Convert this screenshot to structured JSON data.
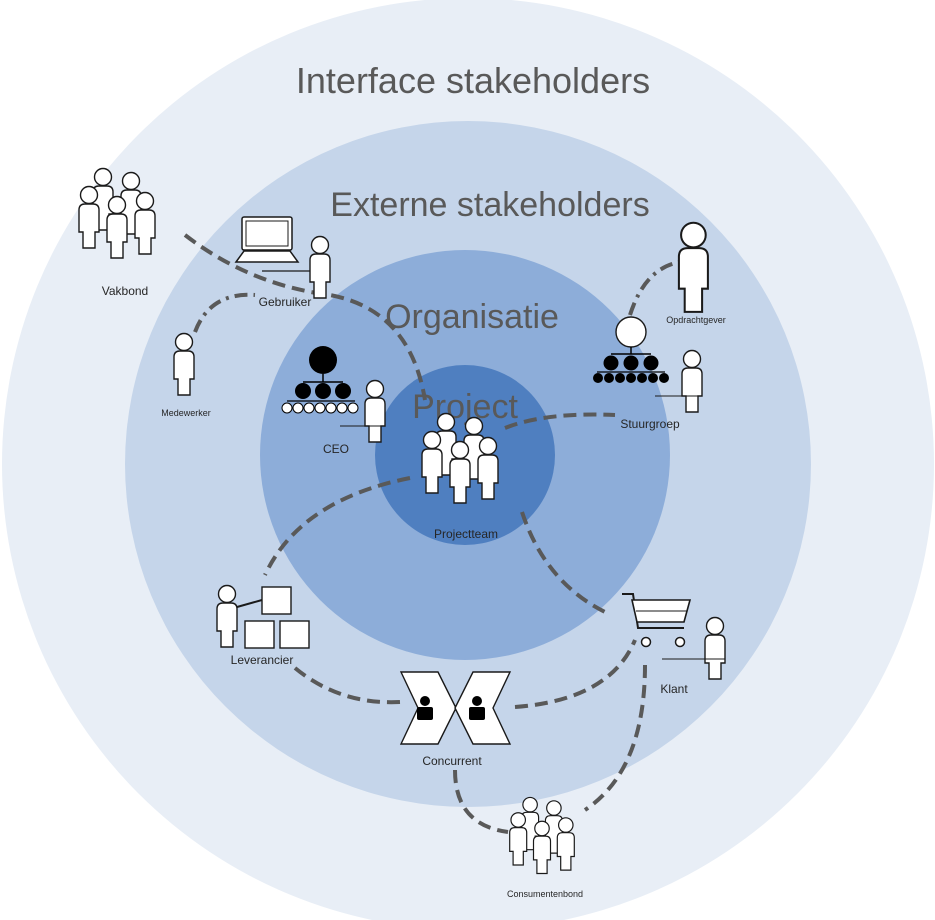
{
  "rings": {
    "interface": "Interface stakeholders",
    "externe": "Externe stakeholders",
    "organisatie": "Organisatie",
    "project": "Project"
  },
  "stakeholders": {
    "vakbond": "Vakbond",
    "gebruiker": "Gebruiker",
    "medewerker": "Medewerker",
    "ceo": "CEO",
    "opdrachtgever": "Opdrachtgever",
    "stuurgroep": "Stuurgroep",
    "projectteam": "Projectteam",
    "leverancier": "Leverancier",
    "klant": "Klant",
    "concurrent": "Concurrent",
    "consumentenbond": "Consumentenbond"
  },
  "colors": {
    "ring_interface": "#e8eef6",
    "ring_externe": "#c5d5ea",
    "ring_organisatie": "#8dadd9",
    "ring_project": "#4f7fc0",
    "connector": "#595959"
  }
}
